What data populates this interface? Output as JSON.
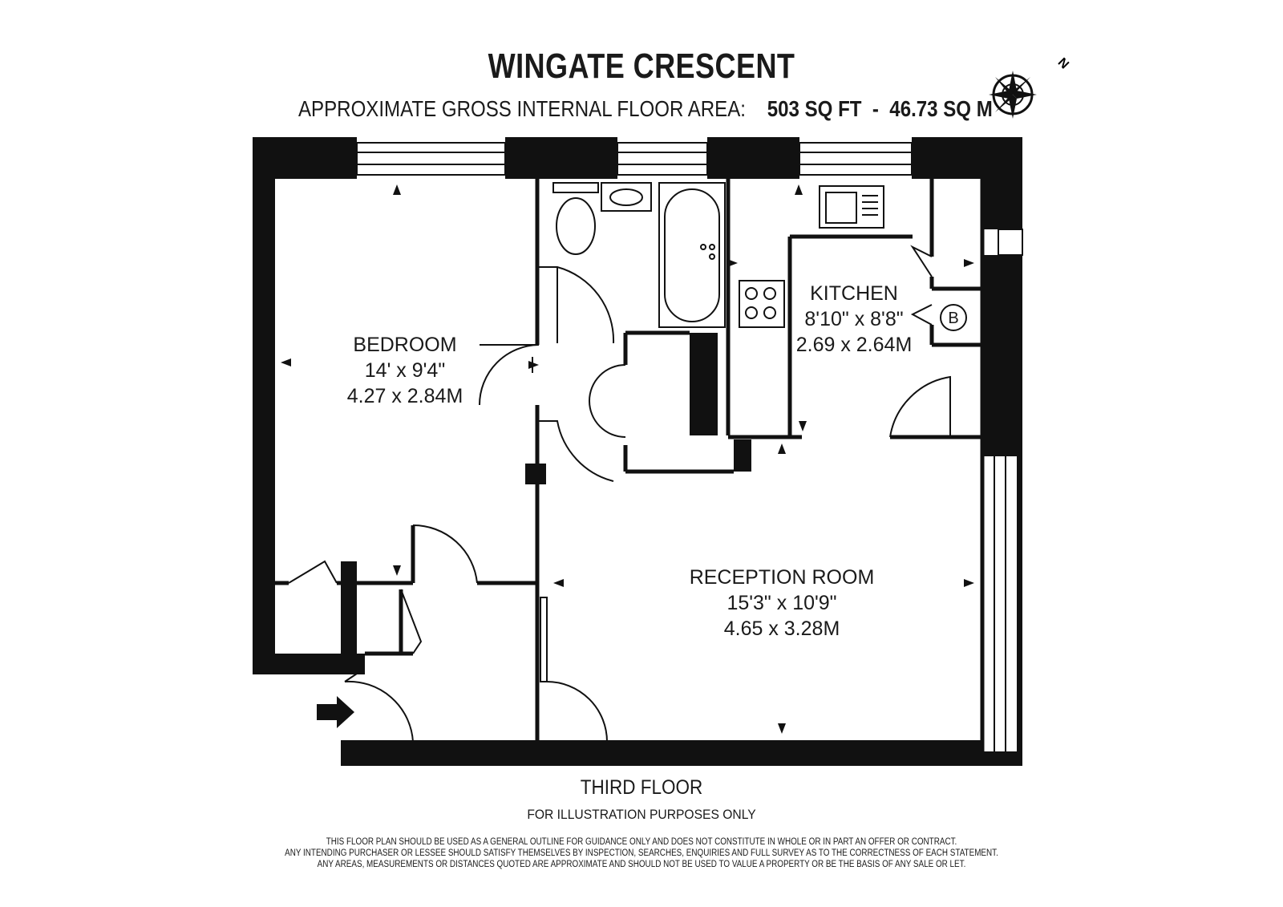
{
  "header": {
    "title": "WINGATE CRESCENT",
    "area_label": "APPROXIMATE GROSS INTERNAL FLOOR AREA:",
    "area_sqft": "503 SQ FT",
    "area_separator": "-",
    "area_sqm": "46.73 SQ M"
  },
  "compass": {
    "north_label": "N"
  },
  "rooms": {
    "bedroom": {
      "name": "BEDROOM",
      "imperial": "14' x 9'4\"",
      "metric": "4.27 x 2.84M"
    },
    "kitchen": {
      "name": "KITCHEN",
      "imperial": "8'10\" x 8'8\"",
      "metric": "2.69 x 2.64M"
    },
    "reception": {
      "name": "RECEPTION ROOM",
      "imperial": "15'3\" x 10'9\"",
      "metric": "4.65 x 3.28M"
    },
    "boiler": {
      "label": "B"
    }
  },
  "footer": {
    "floor": "THIRD FLOOR",
    "illustration": "FOR ILLUSTRATION PURPOSES ONLY",
    "disclaimer": [
      "THIS FLOOR PLAN SHOULD BE USED AS A GENERAL OUTLINE FOR GUIDANCE ONLY AND DOES NOT CONSTITUTE IN WHOLE OR IN PART AN OFFER OR CONTRACT.",
      "ANY INTENDING PURCHASER OR LESSEE SHOULD SATISFY THEMSELVES BY INSPECTION, SEARCHES, ENQUIRIES AND FULL SURVEY AS TO THE CORRECTNESS OF EACH STATEMENT.",
      "ANY AREAS, MEASUREMENTS OR DISTANCES QUOTED ARE APPROXIMATE AND SHOULD NOT BE USED TO VALUE A PROPERTY OR BE THE BASIS OF ANY SALE OR LET."
    ]
  }
}
